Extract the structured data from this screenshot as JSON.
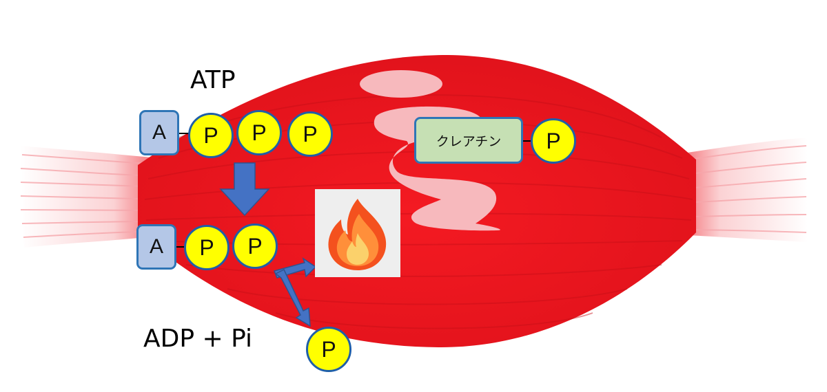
{
  "labels": {
    "atp": "ATP",
    "adp_pi": "ADP + Pi"
  },
  "atp_row": {
    "adenosine": "A",
    "phosphates": [
      "P",
      "P",
      "P"
    ]
  },
  "adp_row": {
    "adenosine": "A",
    "phosphates": [
      "P",
      "P"
    ]
  },
  "released_phosphate": "P",
  "creatine_phosphate": {
    "creatine": "クレアチン",
    "phosphate": "P"
  },
  "icons": {
    "energy": "fire-icon",
    "muscle": "muscle-illustration"
  },
  "colors": {
    "muscle": "#ee1c25",
    "muscle_light": "#f7b9bd",
    "phosphate_fill": "#ffff00",
    "adenosine_fill": "#b4c7e7",
    "creatine_fill": "#c6e0b4",
    "arrow": "#4472c4",
    "outline": "#2e75b6"
  }
}
